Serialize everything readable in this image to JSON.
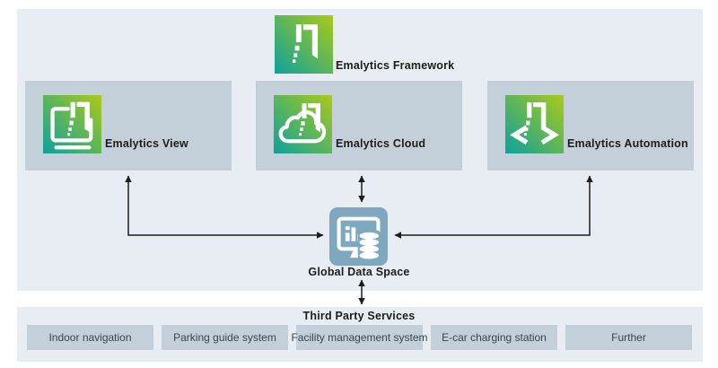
{
  "diagram": {
    "framework": {
      "label": "Emalytics Framework"
    },
    "modules": [
      {
        "id": "view",
        "label": "Emalytics View",
        "icon": "emalytics-view-icon"
      },
      {
        "id": "cloud",
        "label": "Emalytics Cloud",
        "icon": "emalytics-cloud-icon"
      },
      {
        "id": "automation",
        "label": "Emalytics Automation",
        "icon": "emalytics-automation-icon"
      }
    ],
    "global_data_space": {
      "label": "Global Data Space",
      "icon": "global-data-space-icon"
    },
    "third_party": {
      "title": "Third Party Services",
      "services": [
        "Indoor navigation",
        "Parking guide system",
        "Facility management system",
        "E-car charging station",
        "Further"
      ]
    },
    "connections": [
      "Emalytics View <-> Global Data Space",
      "Emalytics Cloud <-> Global Data Space",
      "Emalytics Automation <-> Global Data Space",
      "Global Data Space <-> Third Party Services"
    ],
    "colors": {
      "panel_bg": "#e8edf3",
      "box_bg": "#c3d0d9",
      "gradient_start": "#0da29c",
      "gradient_end": "#abc918",
      "gds_bg": "#7ea7c0",
      "text": "#1d1d1b",
      "muted_text": "#3a454d",
      "arrow": "#1d1d1b"
    }
  }
}
